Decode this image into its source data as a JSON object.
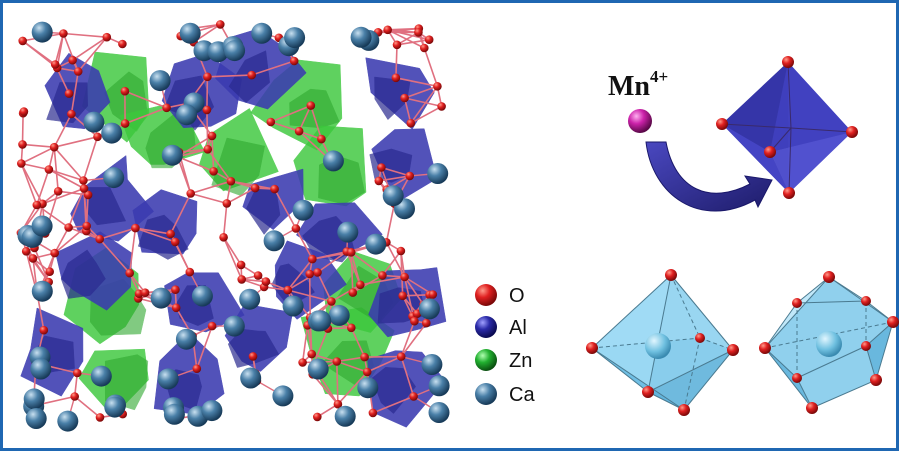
{
  "legend": {
    "items": [
      {
        "label": "O",
        "color": "#e02020"
      },
      {
        "label": "Al",
        "color": "#2a2aa8"
      },
      {
        "label": "Zn",
        "color": "#22b030"
      },
      {
        "label": "Ca",
        "color": "#4a80a8"
      }
    ]
  },
  "ion": {
    "symbol": "Mn",
    "charge": "4+",
    "color": "#cc22aa"
  },
  "colors": {
    "frame": "#1f67b2",
    "bond": "#e07080",
    "al_polyhedron": "#3c3cb0",
    "zn_polyhedron": "#3cc83c",
    "ca_atom": "#4a7fa8",
    "o_atom": "#d81818",
    "light_polyhedron": "#7cc8ea",
    "arrow": "#2d2a8c"
  }
}
